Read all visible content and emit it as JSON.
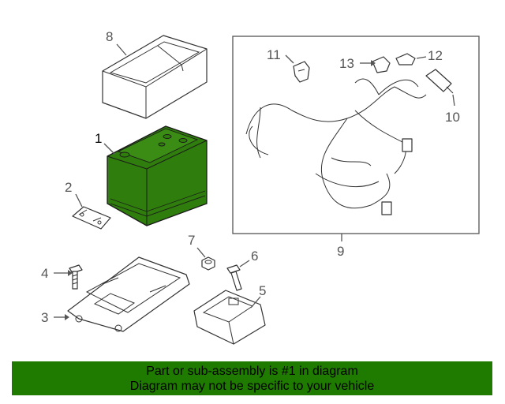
{
  "callouts": {
    "c1": "1",
    "c2": "2",
    "c3": "3",
    "c4": "4",
    "c5": "5",
    "c6": "6",
    "c7": "7",
    "c8": "8",
    "c9": "9",
    "c10": "10",
    "c11": "11",
    "c12": "12",
    "c13": "13"
  },
  "highlight_color": "#2f7d0d",
  "banner": {
    "line1": "Part or sub-assembly is #1 in diagram",
    "line2": "Diagram may not be specific to your vehicle"
  }
}
